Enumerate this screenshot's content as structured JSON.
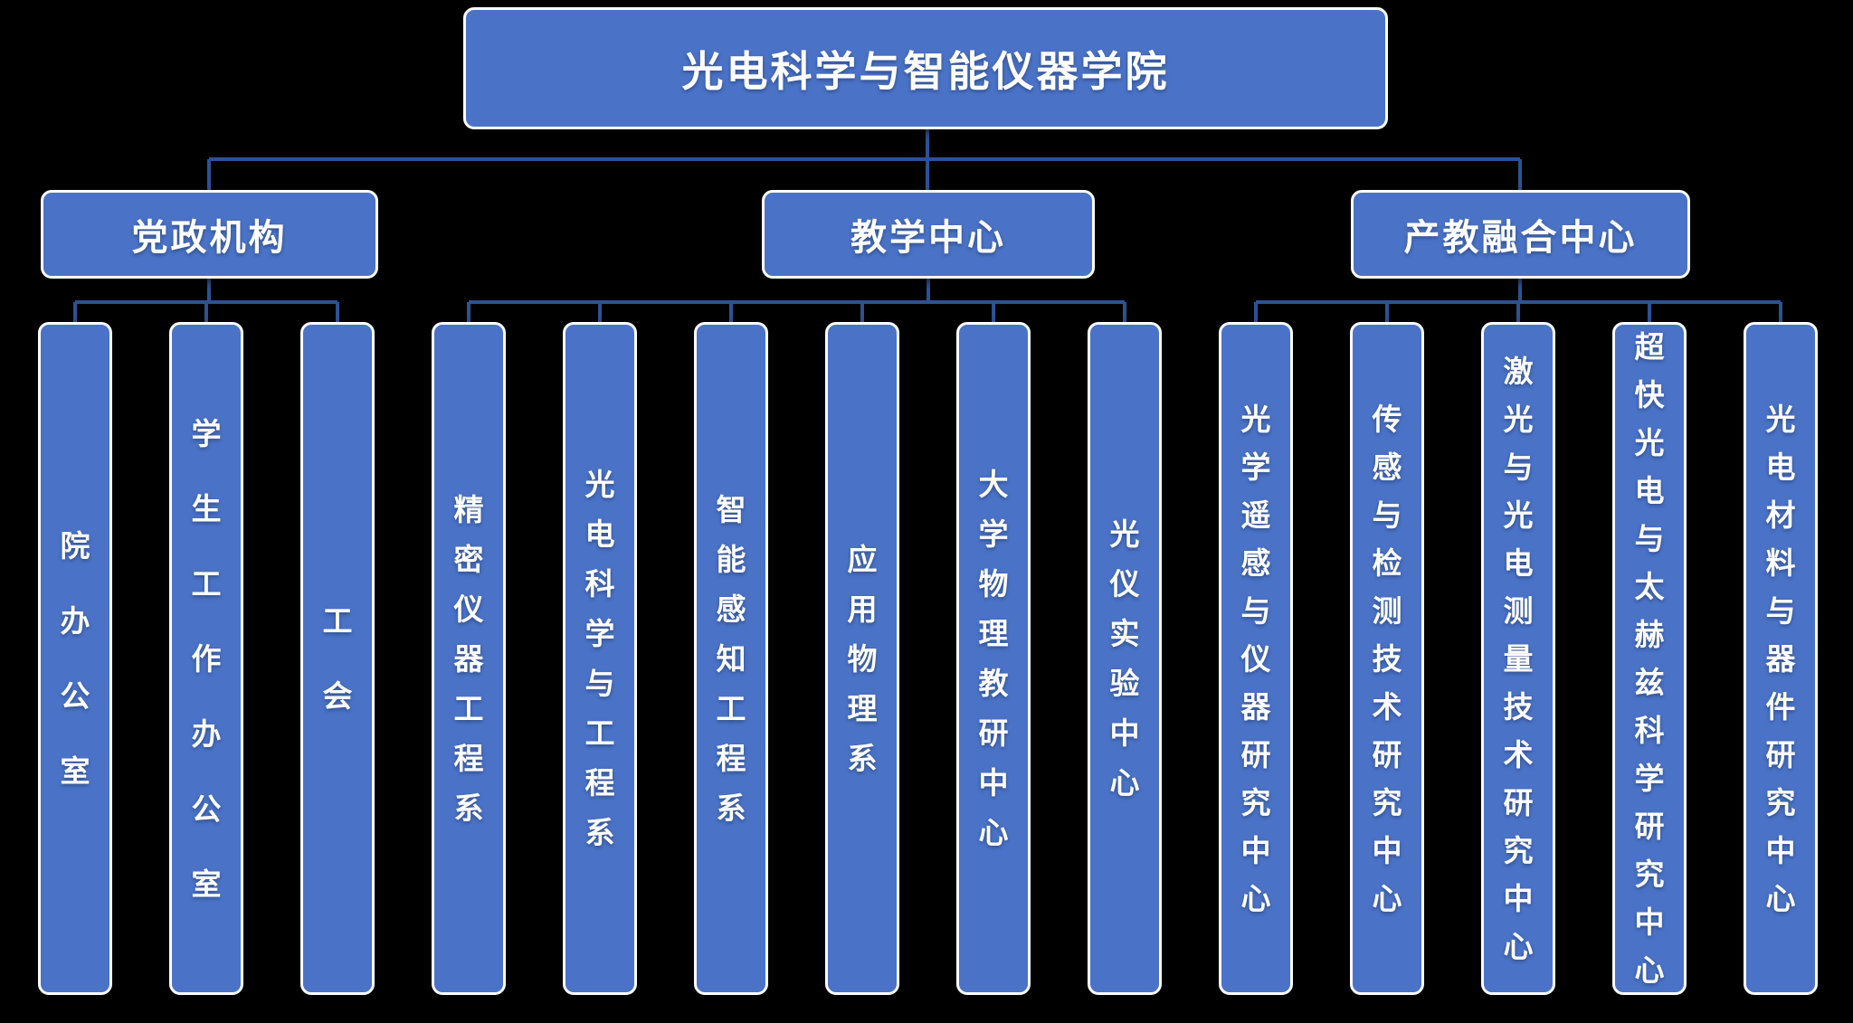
{
  "page": {
    "background_color": "#000000"
  },
  "colors": {
    "box_fill": "#4A73C8",
    "box_border": "#FFFFFF",
    "connector_line": "#2D5294",
    "text": "#FFFFFF"
  },
  "root": {
    "title": "光电科学与智能仪器学院"
  },
  "sections": [
    {
      "title": "党政机构",
      "children": [
        "院办公室",
        "学生工作办公室",
        "工会"
      ]
    },
    {
      "title": "教学中心",
      "children": [
        "精密仪器工程系",
        "光电科学与工程系",
        "智能感知工程系",
        "应用物理系",
        "大学物理教研中心",
        "光仪实验中心"
      ]
    },
    {
      "title": "产教融合中心",
      "children": [
        "光学遥感与仪器研究中心",
        "传感与检测技术研究中心",
        "激光与光电测量技术研究中心",
        "超快光电与太赫兹科学研究中心",
        "光电材料与器件研究中心"
      ]
    }
  ]
}
